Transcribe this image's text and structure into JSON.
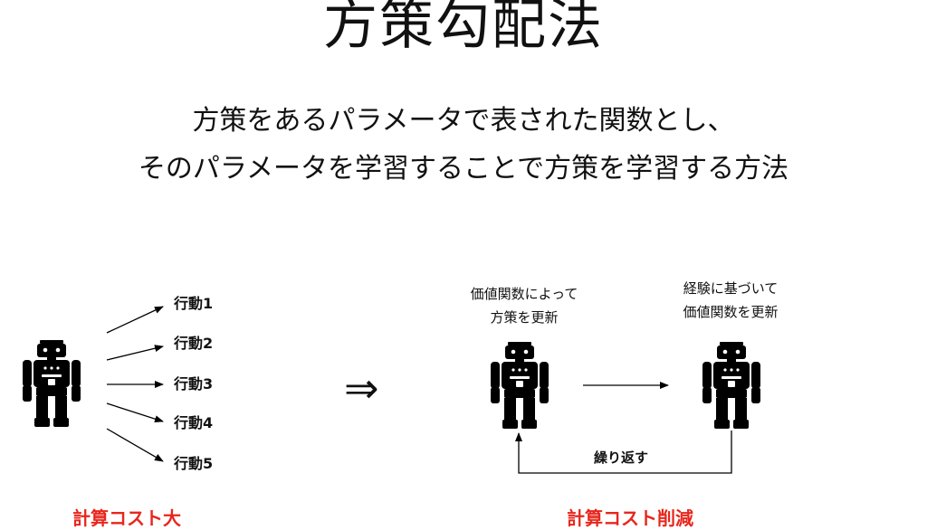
{
  "slide": {
    "title": "方策勾配法",
    "subtitle_line1": "方策をあるパラメータで表された関数とし、",
    "subtitle_line2": "そのパラメータを学習することで方策を学習する方法"
  },
  "left_panel": {
    "actions": [
      "行動1",
      "行動2",
      "行動3",
      "行動4",
      "行動5"
    ],
    "cost_label": "計算コスト大"
  },
  "arrow_symbol": "⇒",
  "right_panel": {
    "caption_left_line1": "価値関数によって",
    "caption_left_line2": "方策を更新",
    "caption_right_line1": "経験に基づいて",
    "caption_right_line2": "価値関数を更新",
    "loop_label": "繰り返す",
    "cost_label": "計算コスト削減"
  },
  "colors": {
    "accent_red": "#e8261c",
    "ink": "#000000"
  }
}
